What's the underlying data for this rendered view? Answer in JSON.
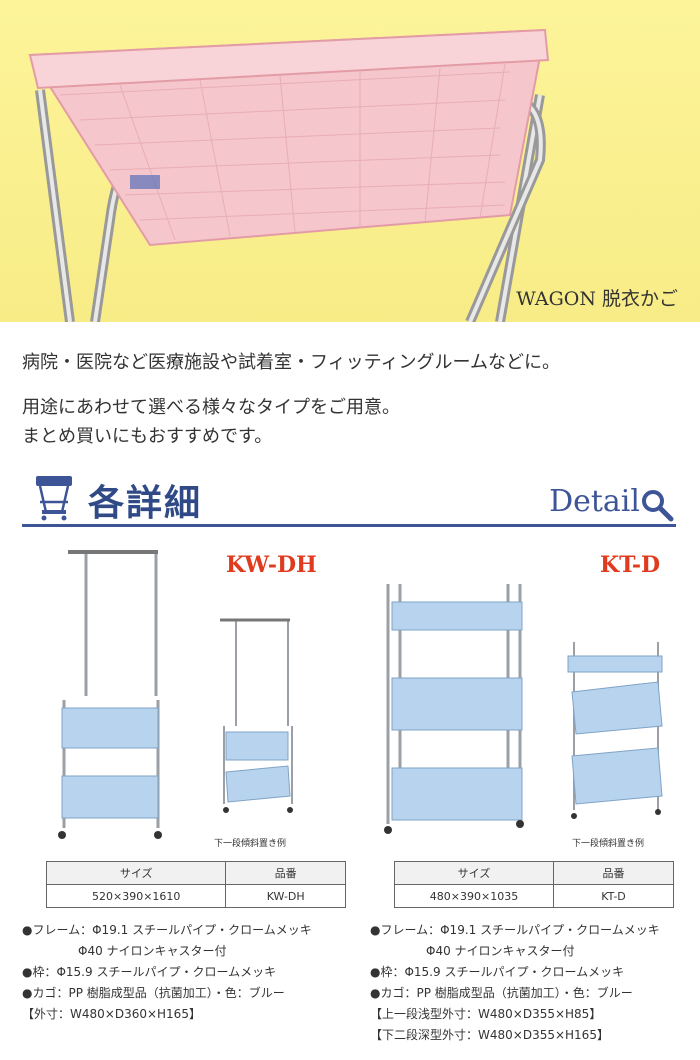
{
  "hero": {
    "caption": "WAGON 脱衣かご"
  },
  "intro": {
    "line1": "病院・医院など医療施設や試着室・フィッティングルームなどに。",
    "line2": "用途にあわせて選べる様々なタイプをご用意。",
    "line3": "まとめ買いにもおすすめです。"
  },
  "section": {
    "title": "各詳細",
    "title_en": "Detail",
    "icon_left": "wagon-icon",
    "icon_right": "magnifier-icon"
  },
  "products": [
    {
      "model": "KW-DH",
      "photo_note": "下一段傾斜置き例",
      "table": {
        "headers": [
          "サイズ",
          "品番"
        ],
        "row": [
          "520×390×1610",
          "KW-DH"
        ]
      },
      "features": [
        "●フレーム：Φ19.1 スチールパイプ・クロームメッキ",
        "Φ40 ナイロンキャスター付",
        "●枠：Φ15.9 スチールパイプ・クロームメッキ",
        "●カゴ：PP 樹脂成型品（抗菌加工）・色：ブルー",
        "【外寸：W480×D360×H165】"
      ]
    },
    {
      "model": "KT-D",
      "photo_note": "下一段傾斜置き例",
      "table": {
        "headers": [
          "サイズ",
          "品番"
        ],
        "row": [
          "480×390×1035",
          "KT-D"
        ]
      },
      "features": [
        "●フレーム：Φ19.1 スチールパイプ・クロームメッキ",
        "Φ40 ナイロンキャスター付",
        "●枠：Φ15.9 スチールパイプ・クロームメッキ",
        "●カゴ：PP 樹脂成型品（抗菌加工）・色：ブルー",
        "【上一段浅型外寸：W480×D355×H85】",
        "【下二段深型外寸：W480×D355×H165】"
      ]
    }
  ],
  "colors": {
    "accent_blue": "#3d5596",
    "model_red": "#e03b1e",
    "hero_yellow": "#fdf49a",
    "basket_pink": "#f5c6cc",
    "basket_blue": "#b7d3ee"
  }
}
